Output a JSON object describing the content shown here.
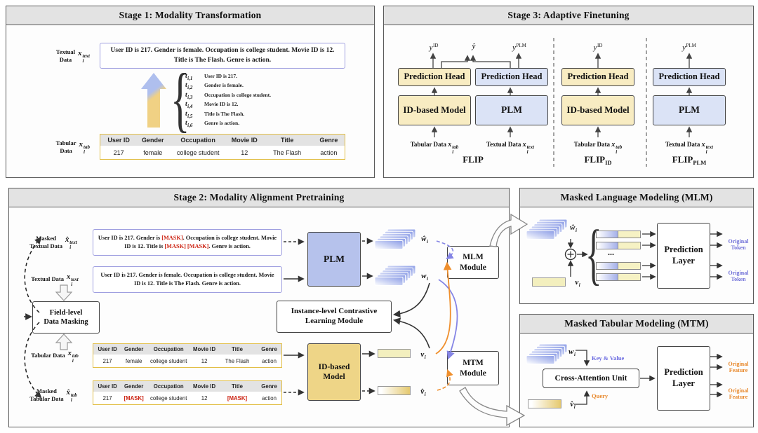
{
  "colors": {
    "panel_border": "#5a5a5a",
    "header_bg": "#e3e3e3",
    "plm_blue": "#b6c2ec",
    "plm_blue_light": "#dbe3f6",
    "id_yellow": "#eed587",
    "id_yellow_light": "#f8ecc2",
    "table_border": "#e2bf47",
    "textbox_border": "#9f9fe0",
    "mask_red": "#cc2211",
    "periwinkle_arrow": "#8585e5",
    "orange_arrow": "#ef8f2d",
    "token_label_blue": "#7070d8",
    "feature_label_orange": "#e8882b",
    "embed_gradient_blue": "#8c9de6",
    "bar_yellow": "#f3efbe"
  },
  "glyphs": {
    "brace": "{",
    "dots": "...",
    "plus": "+"
  },
  "formulas": {
    "x_text": {
      "b": "x",
      "sub": "i",
      "sup": "text"
    },
    "x_tab": {
      "b": "x",
      "sub": "i",
      "sup": "tab"
    },
    "xh_text": {
      "b": "x̂",
      "sub": "i",
      "sup": "text"
    },
    "xh_tab": {
      "b": "x̂",
      "sub": "i",
      "sup": "tab"
    },
    "w_hat": {
      "b": "ŵ",
      "sub": "i"
    },
    "w": {
      "b": "w",
      "sub": "i"
    },
    "v": {
      "b": "v",
      "sub": "i"
    },
    "v_hat": {
      "b": "v̂",
      "sub": "i"
    },
    "y_id": {
      "b": "y",
      "sup": "ID"
    },
    "y_hat": {
      "b": "ŷ"
    },
    "y_plm": {
      "b": "y",
      "sup": "PLM"
    },
    "t": {
      "b": "t"
    }
  },
  "stage1": {
    "title": "Stage 1:  Modality Transformation",
    "textual_label_1": "Textual",
    "textual_label_2": "Data",
    "sentence": "User ID is 217. Gender is female. Occupation is college student. Movie ID is 12. Title is The Flash. Genre is action.",
    "t_items": [
      {
        "sub": "i,1",
        "text": "User ID is 217."
      },
      {
        "sub": "i,2",
        "text": "Gender is female."
      },
      {
        "sub": "i,3",
        "text": "Occupation is college student."
      },
      {
        "sub": "i,4",
        "text": "Movie ID is 12."
      },
      {
        "sub": "i,5",
        "text": "Title is The Flash."
      },
      {
        "sub": "i,6",
        "text": "Genre is action."
      }
    ],
    "tabular_label_1": "Tabular",
    "tabular_label_2": "Data",
    "table": {
      "headers": [
        "User ID",
        "Gender",
        "Occupation",
        "Movie ID",
        "Title",
        "Genre"
      ],
      "row": [
        "217",
        "female",
        "college student",
        "12",
        "The Flash",
        "action"
      ]
    }
  },
  "stage3": {
    "title": "Stage 3:  Adaptive Finetuning",
    "pred_head": "Prediction Head",
    "id_model": "ID-based Model",
    "plm": "PLM",
    "tab_label": "Tabular Data",
    "text_label": "Textual Data",
    "flip": "FLIP",
    "flip_id": {
      "base": "FLIP",
      "sub": "ID"
    },
    "flip_plm": {
      "base": "FLIP",
      "sub": "PLM"
    }
  },
  "stage2": {
    "title": "Stage 2:  Modality Alignment Pretraining",
    "masked_textual_label_1": "Masked",
    "masked_textual_label_2": "Textual Data",
    "masked_sentence": {
      "p1": "User ID is 217. Gender is ",
      "m1": "[MASK]",
      "p2": ". Occupation is college student. Movie ID is 12. Title is ",
      "m2": "[MASK] [MASK]",
      "p3": ". Genre is action."
    },
    "textual_label": "Textual Data",
    "sentence": "User ID is 217. Gender is female. Occupation is college student. Movie ID is 12. Title is The Flash. Genre is action.",
    "field_masking_1": "Field-level",
    "field_masking_2": "Data Masking",
    "tabular_label": "Tabular Data",
    "table": {
      "headers": [
        "User ID",
        "Gender",
        "Occupation",
        "Movie ID",
        "Title",
        "Genre"
      ],
      "row": [
        "217",
        "female",
        "college student",
        "12",
        "The Flash",
        "action"
      ]
    },
    "masked_tabular_label_1": "Masked",
    "masked_tabular_label_2": "Tabular Data",
    "masked_table": {
      "headers": [
        "User ID",
        "Gender",
        "Occupation",
        "Movie ID",
        "Title",
        "Genre"
      ],
      "row": [
        "217",
        "[MASK]",
        "college student",
        "12",
        "[MASK]",
        "action"
      ],
      "masked_cols": [
        1,
        4
      ]
    },
    "plm": "PLM",
    "id_model_1": "ID-based",
    "id_model_2": "Model",
    "instance_1": "Instance-level Contrastive",
    "instance_2": "Learning Module",
    "mlm_1": "MLM",
    "mlm_2": "Module",
    "mtm_1": "MTM",
    "mtm_2": "Module"
  },
  "mlm": {
    "title": "Masked Language Modeling (MLM)",
    "pred_1": "Prediction",
    "pred_2": "Layer",
    "original_token_1": "Original",
    "original_token_2": "Token"
  },
  "mtm": {
    "title": "Masked Tabular Modeling (MTM)",
    "cross_attention": "Cross-Attention Unit",
    "key_value": "Key & Value",
    "query": "Query",
    "pred_1": "Prediction",
    "pred_2": "Layer",
    "original_feature_1": "Original",
    "original_feature_2": "Feature"
  }
}
